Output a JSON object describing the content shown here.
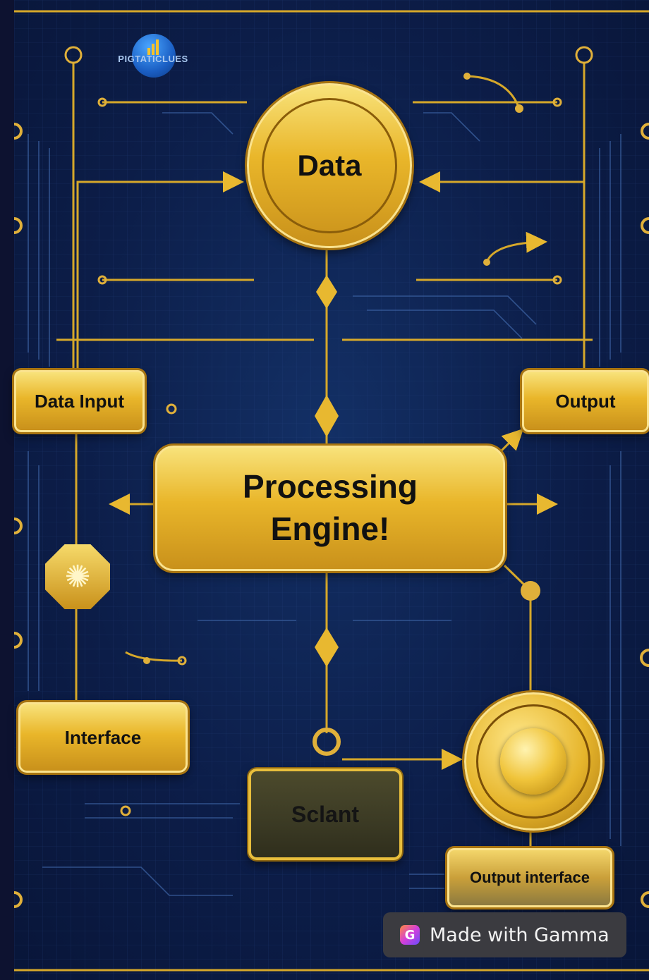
{
  "logo": {
    "text": "PIGTATICLUES"
  },
  "nodes": {
    "data": "Data",
    "data_input": "Data Input",
    "output": "Output",
    "engine_line1": "Processing",
    "engine_line2": "Engine!",
    "interface": "Interface",
    "sclant": "Sclant",
    "output_interface": "Output interface"
  },
  "badge": {
    "label": "Made with Gamma",
    "icon": "gamma-logo-icon"
  },
  "colors": {
    "background": "#0c1d48",
    "gold": "#e9b62a",
    "gold_light": "#f8e27a",
    "trace": "#d6a82a",
    "badge_bg": "#3b3b40"
  }
}
